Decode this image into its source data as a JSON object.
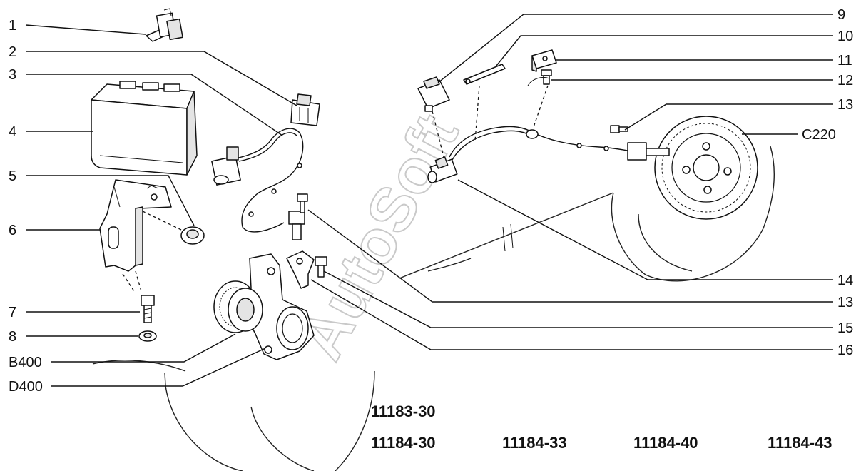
{
  "watermark": "AutoSoft",
  "callouts_left": [
    {
      "id": "c1",
      "label": "1"
    },
    {
      "id": "c2",
      "label": "2"
    },
    {
      "id": "c3",
      "label": "3"
    },
    {
      "id": "c4",
      "label": "4"
    },
    {
      "id": "c5",
      "label": "5"
    },
    {
      "id": "c6",
      "label": "6"
    },
    {
      "id": "c7",
      "label": "7"
    },
    {
      "id": "c8",
      "label": "8"
    },
    {
      "id": "cB400",
      "label": "B400"
    },
    {
      "id": "cD400",
      "label": "D400"
    }
  ],
  "callouts_right": [
    {
      "id": "c9",
      "label": "9"
    },
    {
      "id": "c10",
      "label": "10"
    },
    {
      "id": "c11",
      "label": "11"
    },
    {
      "id": "c12",
      "label": "12"
    },
    {
      "id": "c13a",
      "label": "13"
    },
    {
      "id": "cC220",
      "label": "C220"
    },
    {
      "id": "c14",
      "label": "14"
    },
    {
      "id": "c13b",
      "label": "13"
    },
    {
      "id": "c15",
      "label": "15"
    },
    {
      "id": "c16",
      "label": "16"
    }
  ],
  "model_codes": {
    "row1": [
      "11183-30"
    ],
    "row2": [
      "11184-30",
      "11184-33",
      "11184-40",
      "11184-43"
    ]
  }
}
